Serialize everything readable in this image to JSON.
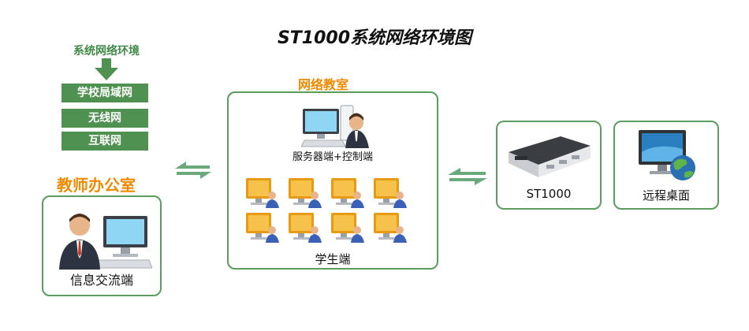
{
  "title": "ST1000系统网络环境图",
  "network_env": {
    "label": "系统网络环境",
    "items": [
      "学校局域网",
      "无线网",
      "互联网"
    ]
  },
  "teacher_office": {
    "label": "教师办公室",
    "caption": "信息交流端"
  },
  "classroom": {
    "label": "网络教室",
    "server_caption": "服务器端+控制端",
    "student_caption": "学生端"
  },
  "device": {
    "caption": "ST1000"
  },
  "remote": {
    "caption": "远程桌面"
  },
  "colors": {
    "green": "#4f9150",
    "border_green": "#5a9d5e",
    "orange": "#f08a00",
    "arrow_green": "#6aa97c"
  }
}
